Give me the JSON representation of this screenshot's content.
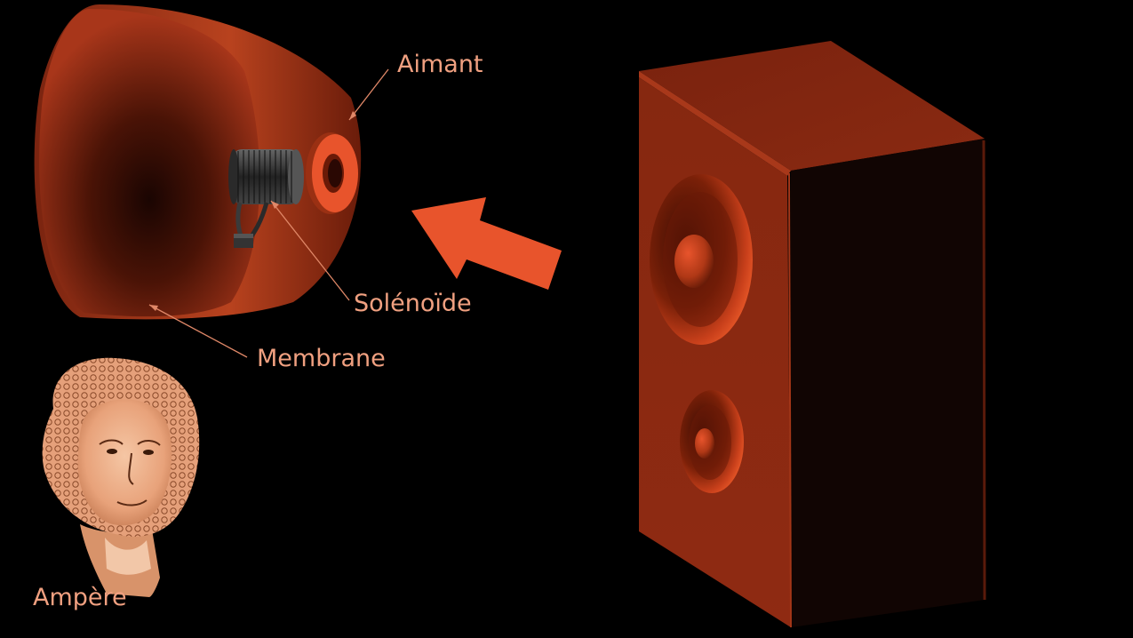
{
  "labels": {
    "magnet": "Aimant",
    "solenoid": "Solénoïde",
    "membrane": "Membrane",
    "portrait_name": "Ampère"
  },
  "colors": {
    "label_text": "#f0a080",
    "accent": "#e8542c",
    "cabinet_front": "#852510",
    "cabinet_side": "#110503",
    "background": "#000000"
  }
}
